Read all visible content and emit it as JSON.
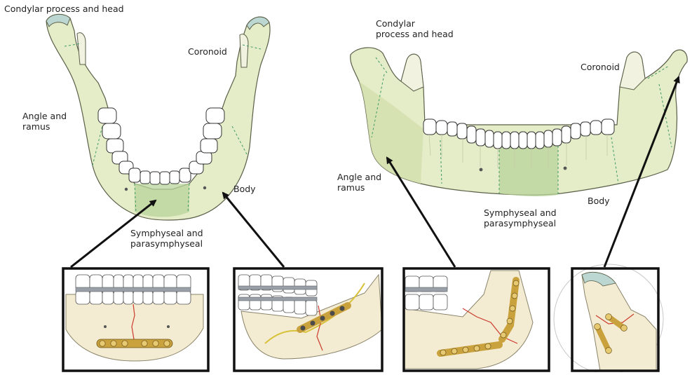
{
  "labels": {
    "left_condylar": "Condylar process and head",
    "left_coronoid": "Coronoid",
    "left_angle": "Angle and\nramus",
    "left_body": "Body",
    "left_symphyseal": "Symphyseal and\nparasymphyseal",
    "right_condylar": "Condylar\nprocess and head",
    "right_coronoid": "Coronoid",
    "right_angle": "Angle and\nramus",
    "right_symphyseal": "Symphyseal and\nparasymphyseal",
    "right_body": "Body"
  },
  "colors": {
    "bone": "#e4ecc8",
    "bone_shade": "#d2e0ad",
    "region_fill": "#b9d49b",
    "outline": "#5a5f48",
    "region_divider": "#3f9a63",
    "condyle_cap": "#bcd7d2",
    "tooth": "#ffffff",
    "plate": "#c9a23e",
    "fracture": "#cc3a2c",
    "nerve": "#d8c23a",
    "arrow": "#111111"
  },
  "panels": [
    {
      "id": "symphyseal-fixation"
    },
    {
      "id": "body-fixation"
    },
    {
      "id": "angle-fixation"
    },
    {
      "id": "condylar-fixation"
    }
  ]
}
